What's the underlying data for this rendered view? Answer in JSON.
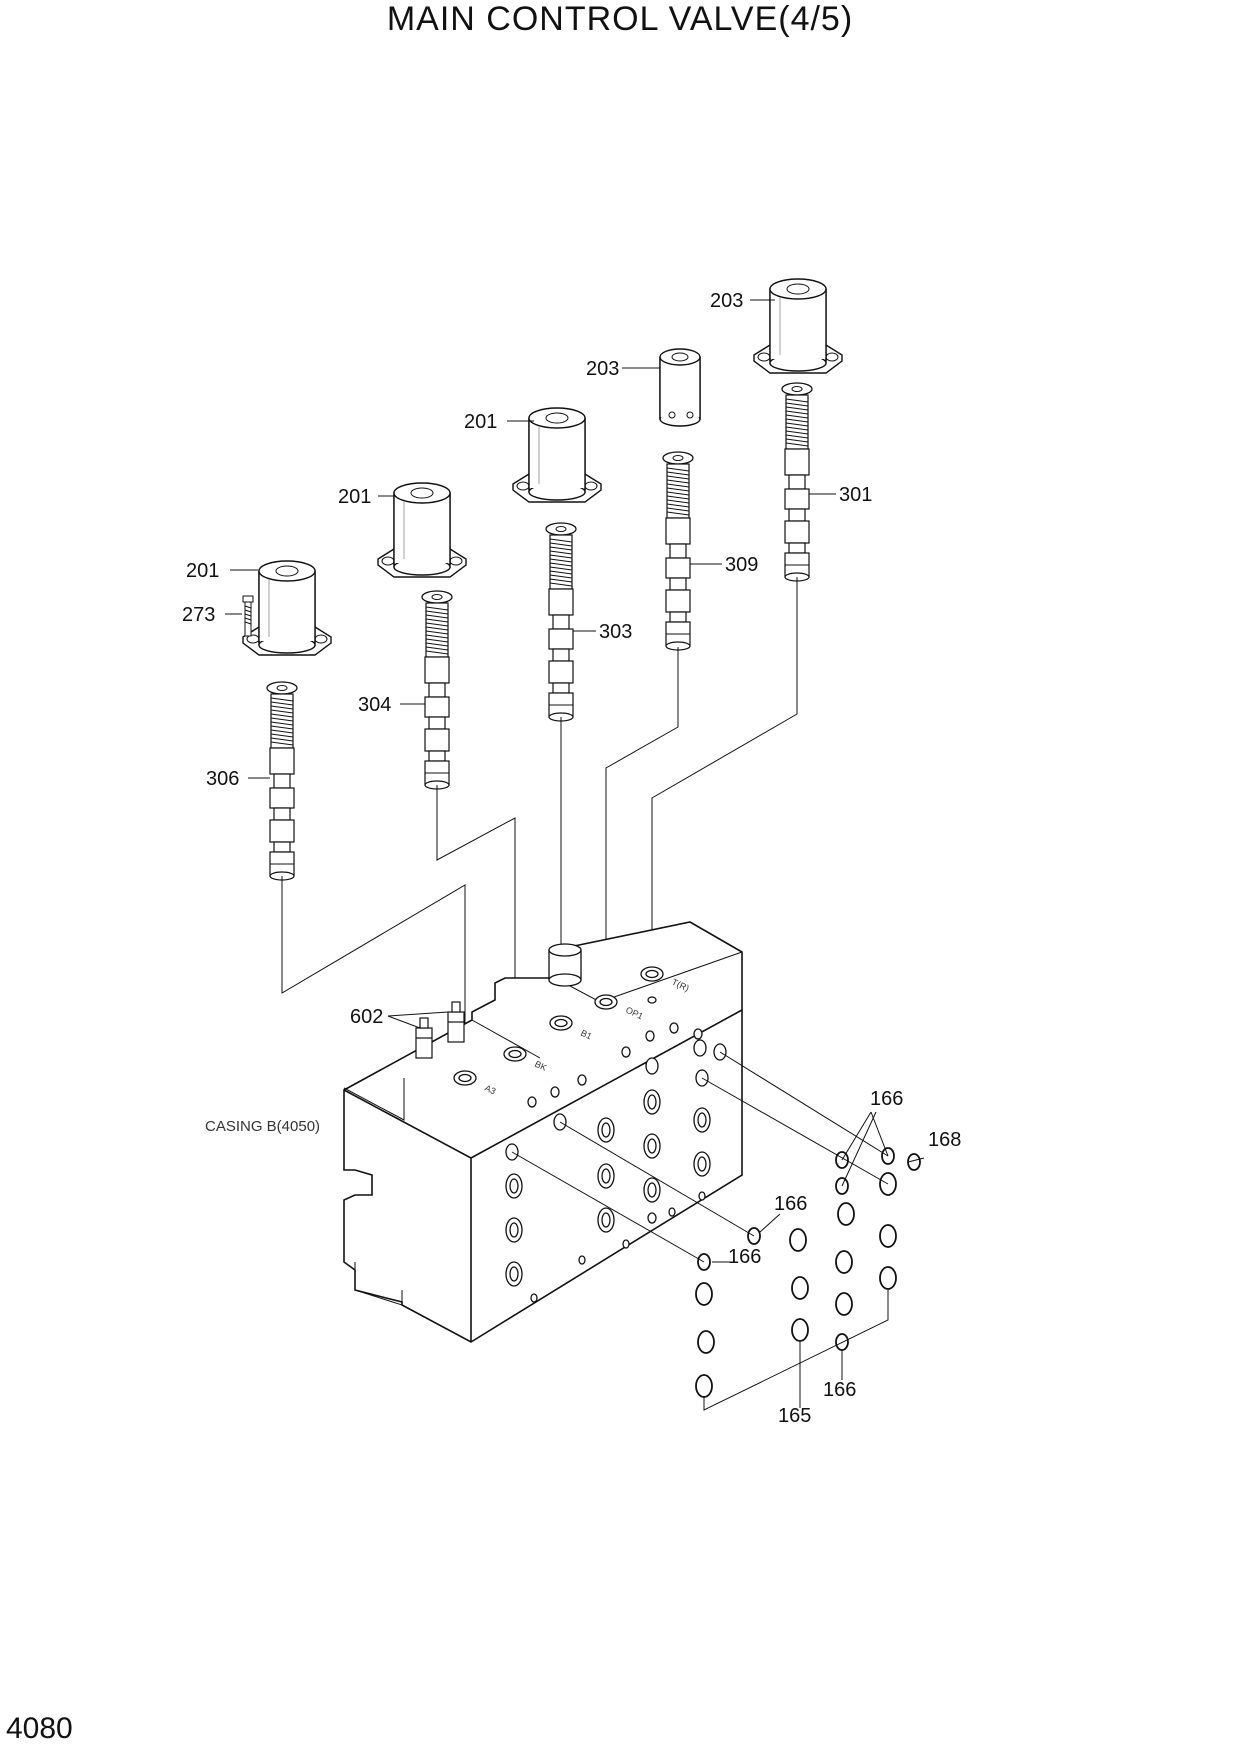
{
  "title": "MAIN CONTROL VALVE(4/5)",
  "page_number": "4080",
  "casing_label": "CASING B(4050)",
  "part_labels": [
    "201",
    "201",
    "201",
    "203",
    "203",
    "273",
    "306",
    "304",
    "303",
    "309",
    "301",
    "602",
    "166",
    "168",
    "166",
    "166",
    "166",
    "165"
  ],
  "port_labels": [
    "A3",
    "BK",
    "B1",
    "OP1",
    "T(R)"
  ]
}
